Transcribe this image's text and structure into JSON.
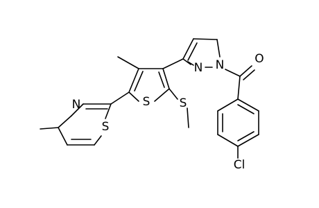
{
  "molecule": {
    "atoms": {
      "s_thiazole": "S",
      "n_thiazole": "N",
      "s_thiophene": "S",
      "s_methylthio": "S",
      "n_pyrazole_2": "N",
      "n_pyrazole_1": "N",
      "o_carbonyl": "O",
      "cl": "Cl"
    }
  }
}
